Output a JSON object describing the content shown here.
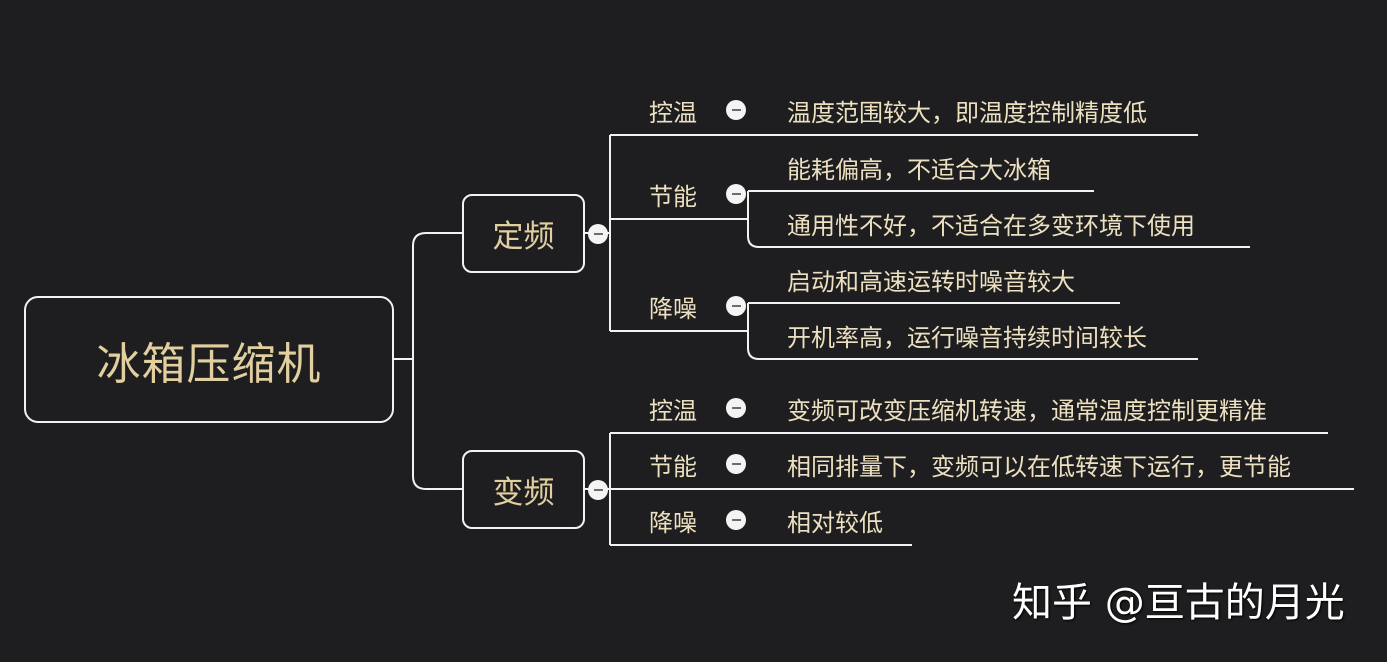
{
  "root": {
    "label": "冰箱压缩机"
  },
  "branches": [
    {
      "label": "定频",
      "topics": [
        {
          "label": "控温",
          "leaves": [
            "温度范围较大，即温度控制精度低"
          ]
        },
        {
          "label": "节能",
          "leaves": [
            "能耗偏高，不适合大冰箱",
            "通用性不好，不适合在多变环境下使用"
          ]
        },
        {
          "label": "降噪",
          "leaves": [
            "启动和高速运转时噪音较大",
            "开机率高，运行噪音持续时间较长"
          ]
        }
      ]
    },
    {
      "label": "变频",
      "topics": [
        {
          "label": "控温",
          "leaves": [
            "变频可改变压缩机转速，通常温度控制更精准"
          ]
        },
        {
          "label": "节能",
          "leaves": [
            "相同排量下，变频可以在低转速下运行，更节能"
          ]
        },
        {
          "label": "降噪",
          "leaves": [
            "相对较低"
          ]
        }
      ]
    }
  ],
  "watermark": "知乎 @亘古的月光",
  "colors": {
    "background": "#1e1e20",
    "line": "#f2f2f2",
    "text": "#ece0c0",
    "title_text": "#e2cf9f"
  }
}
